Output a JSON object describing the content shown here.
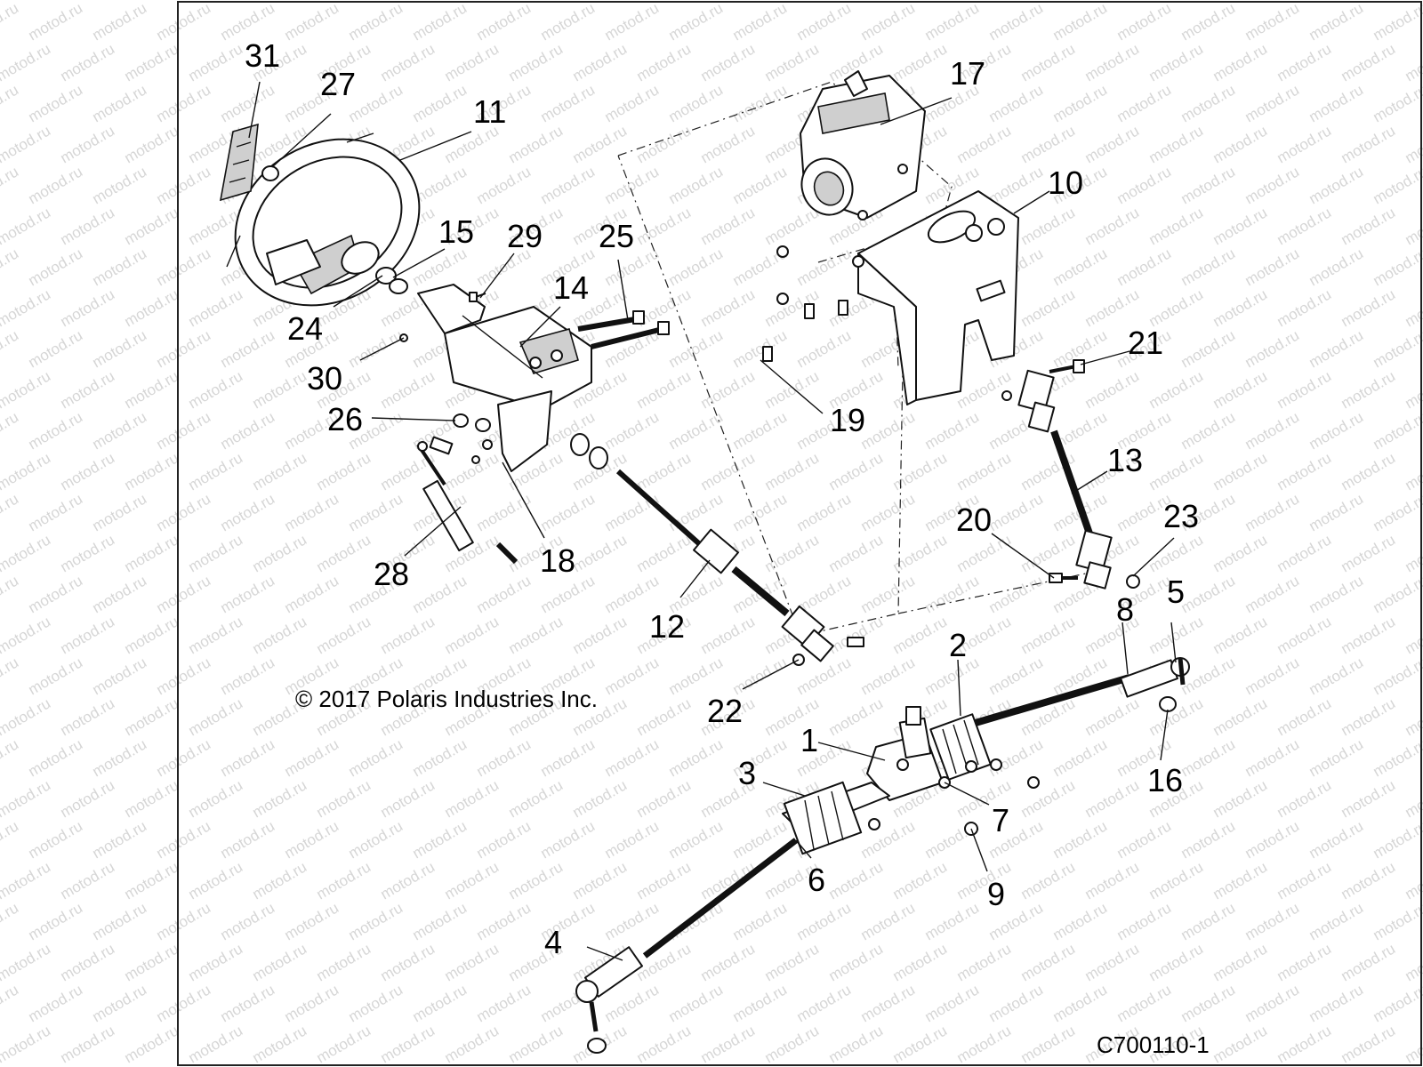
{
  "copyright": "© 2017 Polaris Industries Inc.",
  "drawing_id": "C700110-1",
  "watermark": "motod.ru",
  "callouts": {
    "c1": "1",
    "c2": "2",
    "c3": "3",
    "c4": "4",
    "c5": "5",
    "c6": "6",
    "c7": "7",
    "c8": "8",
    "c9": "9",
    "c10": "10",
    "c11": "11",
    "c12": "12",
    "c13": "13",
    "c14": "14",
    "c15": "15",
    "c16": "16",
    "c17": "17",
    "c18": "18",
    "c19": "19",
    "c20": "20",
    "c21": "21",
    "c22": "22",
    "c23": "23",
    "c24": "24",
    "c25": "25",
    "c26": "26",
    "c27": "27",
    "c28": "28",
    "c29": "29",
    "c30": "30",
    "c31": "31"
  }
}
